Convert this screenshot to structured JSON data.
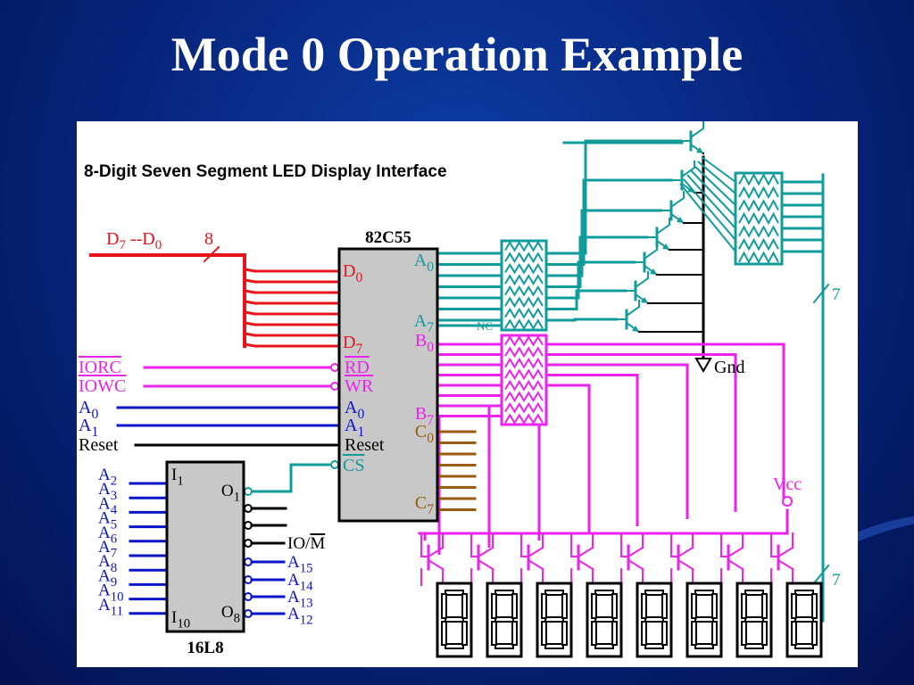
{
  "slide": {
    "title": "Mode 0 Operation Example"
  },
  "diagram": {
    "heading": "8-Digit Seven Segment LED Display Interface",
    "ppi_label": "82C55",
    "pal_label": "16L8",
    "data_bus": {
      "label_base": "D",
      "sub_hi": "7",
      "sep": "--",
      "sub_lo": "0",
      "width": "8"
    },
    "ctrl_inputs": [
      {
        "base": "IORC",
        "sub": "",
        "overline": true
      },
      {
        "base": "IOWC",
        "sub": "",
        "overline": true
      },
      {
        "base": "A",
        "sub": "0",
        "overline": false
      },
      {
        "base": "A",
        "sub": "1",
        "overline": false
      },
      {
        "base": "Reset",
        "sub": "",
        "overline": false
      }
    ],
    "ppi_left_pins": [
      {
        "base": "D",
        "sub": "0"
      },
      {
        "base": "D",
        "sub": "7"
      },
      {
        "base": "RD",
        "sub": "",
        "overline": true
      },
      {
        "base": "WR",
        "sub": "",
        "overline": true
      },
      {
        "base": "A",
        "sub": "0"
      },
      {
        "base": "A",
        "sub": "1"
      },
      {
        "base": "Reset",
        "sub": ""
      },
      {
        "base": "CS",
        "sub": "",
        "overline": true
      }
    ],
    "ppi_right_pins": [
      {
        "base": "A",
        "sub": "0"
      },
      {
        "base": "A",
        "sub": "7"
      },
      {
        "base": "B",
        "sub": "0"
      },
      {
        "base": "B",
        "sub": "7"
      },
      {
        "base": "C",
        "sub": "0"
      },
      {
        "base": "C",
        "sub": "7"
      }
    ],
    "nc_label": "NC",
    "pal_inputs": [
      {
        "base": "A",
        "sub": "2"
      },
      {
        "base": "A",
        "sub": "3"
      },
      {
        "base": "A",
        "sub": "4"
      },
      {
        "base": "A",
        "sub": "5"
      },
      {
        "base": "A",
        "sub": "6"
      },
      {
        "base": "A",
        "sub": "7"
      },
      {
        "base": "A",
        "sub": "8"
      },
      {
        "base": "A",
        "sub": "9"
      },
      {
        "base": "A",
        "sub": "10"
      },
      {
        "base": "A",
        "sub": "11"
      }
    ],
    "pal_pins": [
      {
        "base": "I",
        "sub": "1"
      },
      {
        "base": "I",
        "sub": "10"
      },
      {
        "base": "O",
        "sub": "1"
      },
      {
        "base": "O",
        "sub": "8"
      }
    ],
    "pal_outputs": [
      {
        "base": "IO/",
        "sub": "",
        "tail": "M",
        "tail_overline": true
      },
      {
        "base": "A",
        "sub": "15"
      },
      {
        "base": "A",
        "sub": "14"
      },
      {
        "base": "A",
        "sub": "13"
      },
      {
        "base": "A",
        "sub": "12"
      }
    ],
    "gnd_label": "Gnd",
    "vcc_label": "Vcc",
    "bus_width_label": "7",
    "digit_count": 8,
    "colors": {
      "data": "#e8141c",
      "control": "#ee22ee",
      "address": "#0a14c8",
      "porta": "#119c9c",
      "portc": "#9b5a10",
      "black": "#000000",
      "chip_fill": "#c8c8c8"
    }
  }
}
